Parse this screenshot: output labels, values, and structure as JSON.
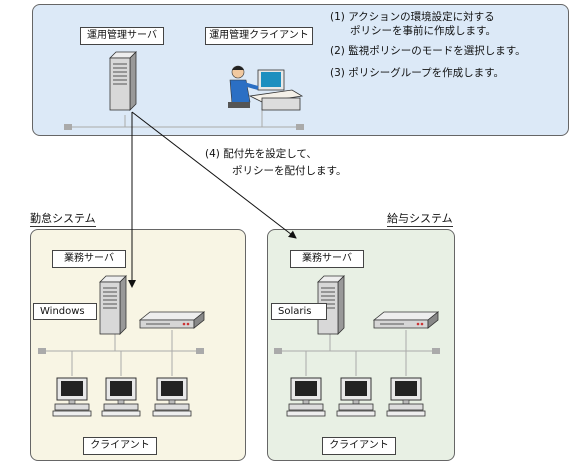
{
  "top": {
    "server_label": "運用管理サーバ",
    "client_label": "運用管理クライアント",
    "steps": [
      "(1) アクションの環境設定に対する",
      "ポリシーを事前に作成します。",
      "(2) 監視ポリシーのモードを選択します。",
      "(3) ポリシーグループを作成します。"
    ]
  },
  "deploy_note": [
    "(4) 配付先を設定して、",
    "ポリシーを配付します。"
  ],
  "left": {
    "title": "勤怠システム",
    "server_label": "業務サーバ",
    "os_label": "Windows",
    "client_label": "クライアント"
  },
  "right": {
    "title": "給与システム",
    "server_label": "業務サーバ",
    "os_label": "Solaris",
    "client_label": "クライアント"
  },
  "colors": {
    "top_panel": "#dce9f7",
    "left_panel": "#f8f5e4",
    "right_panel": "#e8f0e4"
  }
}
